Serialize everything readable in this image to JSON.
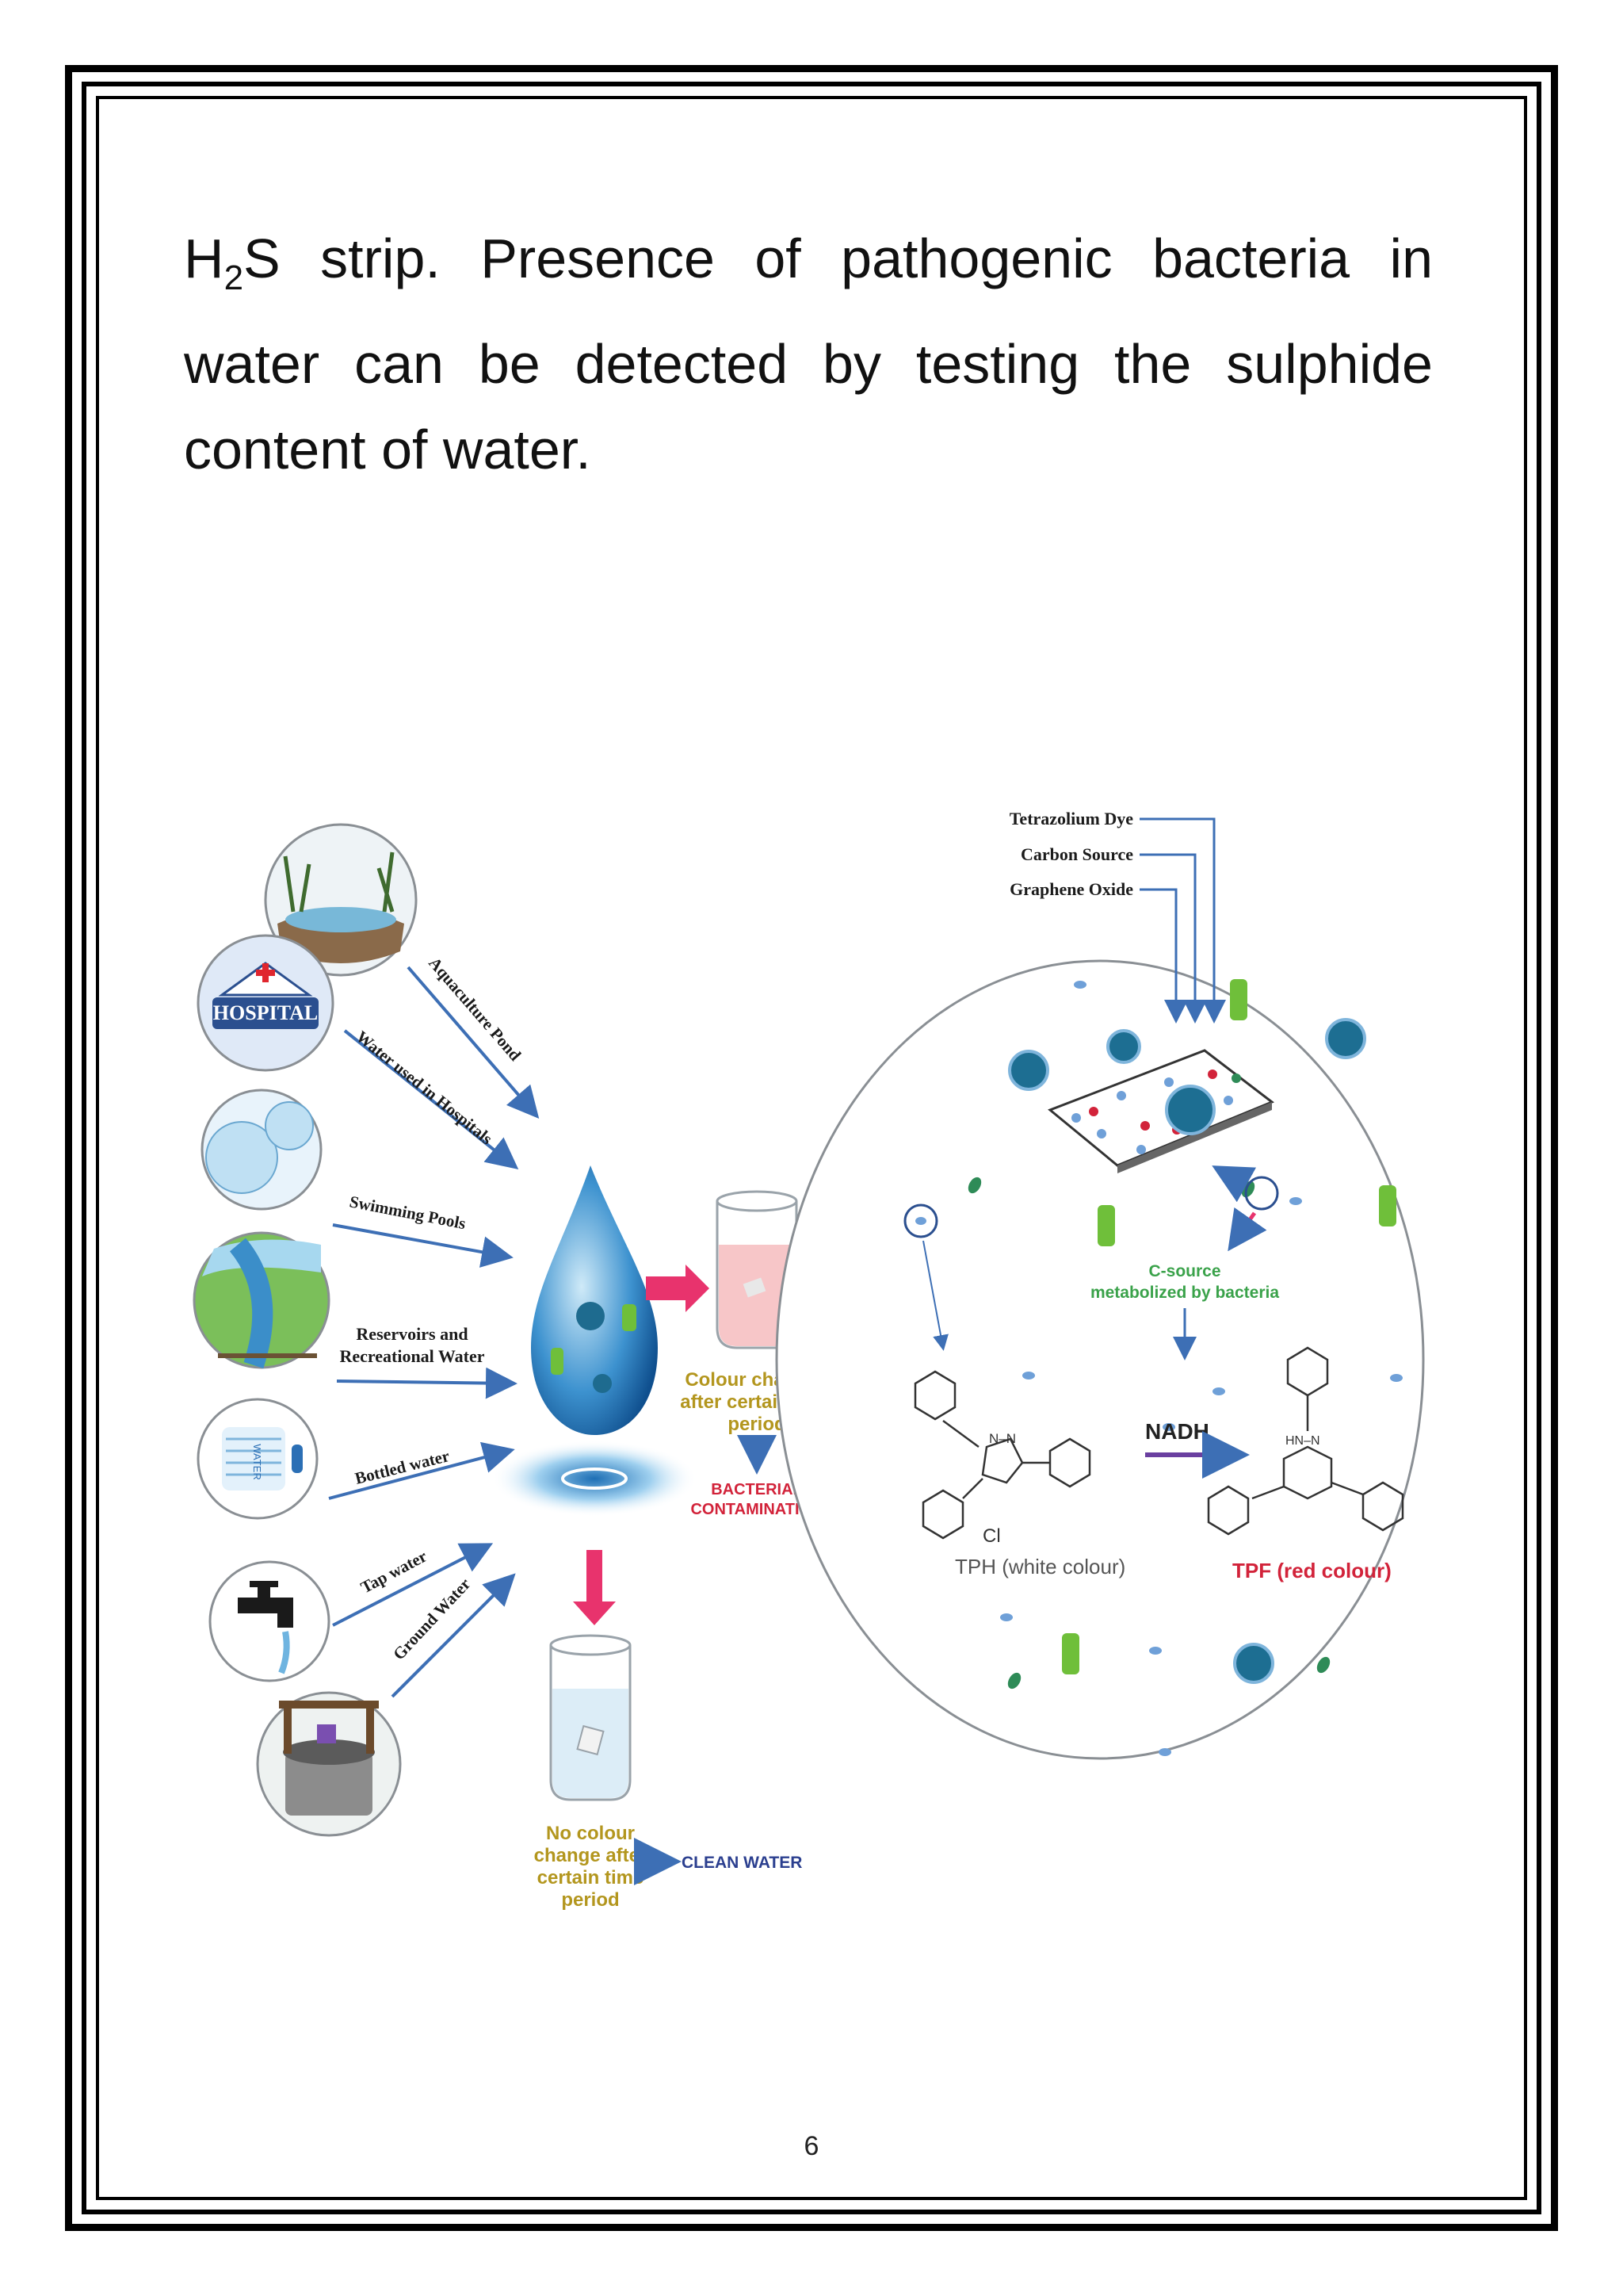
{
  "page": {
    "paragraph_parts": [
      "H",
      "2",
      "S strip. Presence of pathogenic bacteria in water can be detected by testing the sulphide content of water."
    ],
    "page_number": "6"
  },
  "figure": {
    "sources": [
      {
        "label": "Aquaculture Pond"
      },
      {
        "label": "Water used in Hospitals"
      },
      {
        "label": "Swimming Pools"
      },
      {
        "label_line1": "Reservoirs and",
        "label_line2": "Recreational Water"
      },
      {
        "label": "Bottled water"
      },
      {
        "label": "Tap water"
      },
      {
        "label": "Ground Water"
      }
    ],
    "hospital_sign": "HOSPITAL",
    "bottle_text": "WATER",
    "positive": {
      "lines": [
        "Colour changes",
        "after certain time",
        "period"
      ],
      "result_lines": [
        "BACTERIAL",
        "CONTAMINATION"
      ]
    },
    "negative": {
      "lines": [
        "No colour",
        "change after",
        "certain time",
        "period"
      ],
      "result": "CLEAN WATER"
    },
    "reagents": [
      "Tetrazolium Dye",
      "Carbon Source",
      "Graphene Oxide"
    ],
    "csource_lines": [
      "C-source",
      "metabolized by bacteria"
    ],
    "nadh": "NADH",
    "tph_label": "TPH (white colour)",
    "tpf_label": "TPF (red colour)",
    "chloride": "Cl",
    "colors": {
      "arrow_blue": "#3d6fb5",
      "arrow_pink": "#e8336d",
      "olive_text": "#b3961e",
      "red_text": "#d2233a",
      "purple": "#6a3fa0",
      "green_text": "#3aa24a"
    }
  }
}
